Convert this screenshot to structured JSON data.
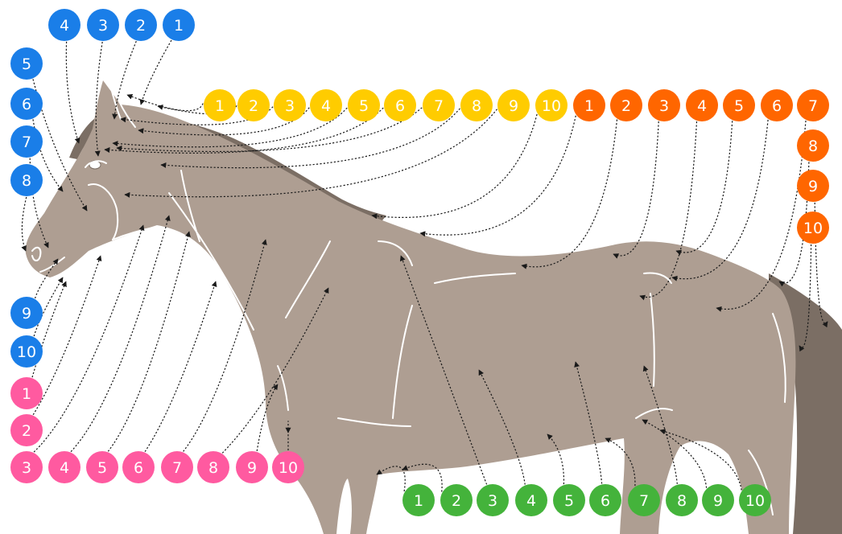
{
  "colors": {
    "background": "#ffffff",
    "body": "#ae9e92",
    "mane_tail": "#7b6e64",
    "contour": "#ffffff",
    "leader": "#1a1a1a",
    "groups": {
      "blue": "#1a7ee8",
      "yellow": "#ffcc00",
      "orange": "#ff6600",
      "pink": "#ff5aa0",
      "green": "#44b33b"
    }
  },
  "groups": [
    {
      "id": "blue",
      "badges": [
        {
          "label": "1",
          "target": [
            175,
            130
          ]
        },
        {
          "label": "2",
          "target": [
            142,
            148
          ]
        },
        {
          "label": "3",
          "target": [
            122,
            194
          ]
        },
        {
          "label": "4",
          "target": [
            98,
            178
          ]
        },
        {
          "label": "5",
          "target": [
            108,
            262
          ]
        },
        {
          "label": "6",
          "target": [
            78,
            238
          ]
        },
        {
          "label": "7",
          "target": [
            60,
            308
          ]
        },
        {
          "label": "8",
          "target": [
            32,
            312
          ]
        },
        {
          "label": "9",
          "target": [
            72,
            322
          ]
        },
        {
          "label": "10",
          "target": [
            78,
            345
          ]
        }
      ]
    },
    {
      "id": "yellow",
      "badges": [
        {
          "label": "1",
          "target": [
            158,
            118
          ]
        },
        {
          "label": "2",
          "target": [
            196,
            132
          ]
        },
        {
          "label": "3",
          "target": [
            150,
            148
          ]
        },
        {
          "label": "4",
          "target": [
            172,
            162
          ]
        },
        {
          "label": "5",
          "target": [
            140,
            178
          ]
        },
        {
          "label": "6",
          "target": [
            130,
            186
          ]
        },
        {
          "label": "7",
          "target": [
            145,
            184
          ]
        },
        {
          "label": "8",
          "target": [
            200,
            205
          ]
        },
        {
          "label": "9",
          "target": [
            155,
            242
          ]
        },
        {
          "label": "10",
          "target": [
            462,
            268
          ]
        }
      ]
    },
    {
      "id": "orange",
      "badges": [
        {
          "label": "1",
          "target": [
            522,
            290
          ]
        },
        {
          "label": "2",
          "target": [
            648,
            330
          ]
        },
        {
          "label": "3",
          "target": [
            762,
            316
          ]
        },
        {
          "label": "4",
          "target": [
            795,
            368
          ]
        },
        {
          "label": "5",
          "target": [
            840,
            312
          ]
        },
        {
          "label": "6",
          "target": [
            835,
            345
          ]
        },
        {
          "label": "7",
          "target": [
            890,
            383
          ]
        },
        {
          "label": "8",
          "target": [
            968,
            350
          ]
        },
        {
          "label": "9",
          "target": [
            1028,
            400
          ]
        },
        {
          "label": "10",
          "target": [
            993,
            430
          ]
        }
      ]
    },
    {
      "id": "pink",
      "badges": [
        {
          "label": "1",
          "target": [
            82,
            350
          ]
        },
        {
          "label": "2",
          "target": [
            125,
            318
          ]
        },
        {
          "label": "3",
          "target": [
            178,
            280
          ]
        },
        {
          "label": "4",
          "target": [
            210,
            268
          ]
        },
        {
          "label": "5",
          "target": [
            235,
            288
          ]
        },
        {
          "label": "6",
          "target": [
            268,
            350
          ]
        },
        {
          "label": "7",
          "target": [
            330,
            298
          ]
        },
        {
          "label": "8",
          "target": [
            408,
            358
          ]
        },
        {
          "label": "9",
          "target": [
            345,
            478
          ]
        },
        {
          "label": "10",
          "target": [
            358,
            538
          ]
        }
      ]
    },
    {
      "id": "green",
      "badges": [
        {
          "label": "1",
          "target": [
            468,
            590
          ]
        },
        {
          "label": "2",
          "target": [
            500,
            584
          ]
        },
        {
          "label": "3",
          "target": [
            498,
            318
          ]
        },
        {
          "label": "4",
          "target": [
            595,
            460
          ]
        },
        {
          "label": "5",
          "target": [
            680,
            540
          ]
        },
        {
          "label": "6",
          "target": [
            715,
            450
          ]
        },
        {
          "label": "7",
          "target": [
            752,
            545
          ]
        },
        {
          "label": "8",
          "target": [
            800,
            455
          ]
        },
        {
          "label": "9",
          "target": [
            798,
            522
          ]
        },
        {
          "label": "10",
          "target": [
            820,
            535
          ]
        }
      ]
    }
  ]
}
